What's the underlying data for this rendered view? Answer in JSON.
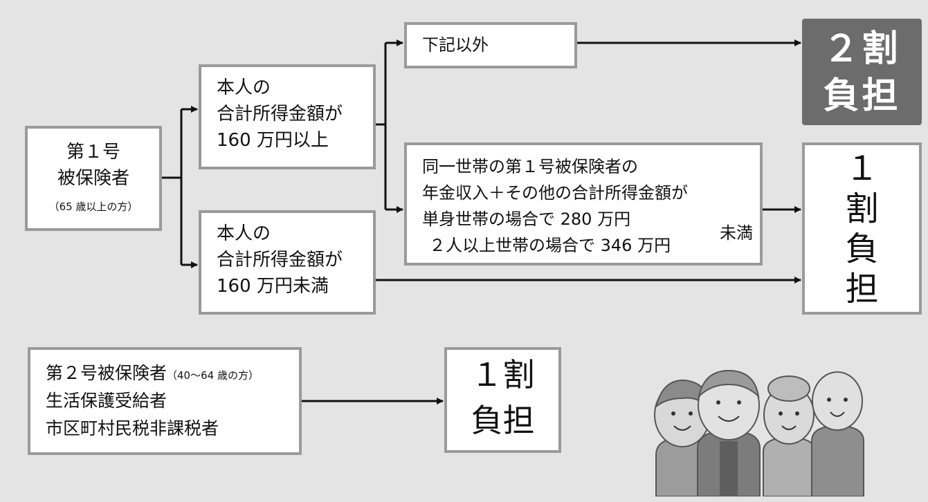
{
  "insured1": {
    "line1": "第１号",
    "line2": "被保険者",
    "note": "（65 歳以上の方）"
  },
  "income_high": {
    "line1": "本人の",
    "line2": "合計所得金額が",
    "line3": "160 万円以上"
  },
  "income_low": {
    "line1": "本人の",
    "line2": "合計所得金額が",
    "line3": "160 万円未満"
  },
  "other_case": {
    "label": "下記以外"
  },
  "household": {
    "line1": "同一世帯の第１号被保険者の",
    "line2": "年金収入＋その他の合計所得金額が",
    "line3": "単身世帯の場合で 280 万円",
    "line4": "２人以上世帯の場合で 346 万円",
    "brace_label": "未満"
  },
  "ratio_two": {
    "line1": "２割",
    "line2": "負担"
  },
  "ratio_one_a": {
    "c1": "１",
    "c2": "割",
    "c3": "負",
    "c4": "担"
  },
  "second_group": {
    "line1": "第２号被保険者",
    "line1_note": "（40～64 歳の方）",
    "line2": "生活保護受給者",
    "line3": "市区町村民税非課税者"
  },
  "ratio_one_b": {
    "line1": "１割",
    "line2": "負担"
  },
  "illustration": {
    "icon": "elderly-people-illustration"
  },
  "colors": {
    "background": "#e4e4e4",
    "border": "#9a9a9a",
    "dark_box": "#6c6c6c",
    "line": "#111111"
  }
}
